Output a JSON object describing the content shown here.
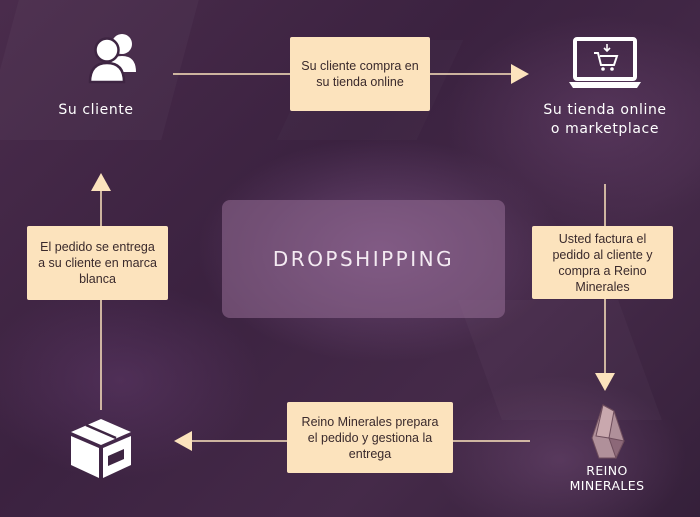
{
  "center_label": "DROPSHIPPING",
  "nodes": {
    "customer": {
      "label": "Su cliente"
    },
    "store": {
      "label_line1": "Su tienda online",
      "label_line2": "o marketplace"
    },
    "supplier": {
      "label_line1": "REINO",
      "label_line2": "MINERALES"
    }
  },
  "steps": {
    "purchase": "Su cliente compra en su tienda online",
    "invoice": "Usted factura el pedido al cliente y compra a Reino Minerales",
    "prepare": "Reino Minerales prepara el pedido y gestiona la entrega",
    "deliver": "El pedido se entrega a su cliente en marca blanca"
  },
  "colors": {
    "note_background": "#fce3bd",
    "arrow": "#fce3bd",
    "icon": "#ffffff"
  },
  "icons": [
    "users-icon",
    "laptop-cart-icon",
    "crystal-icon",
    "package-icon"
  ]
}
